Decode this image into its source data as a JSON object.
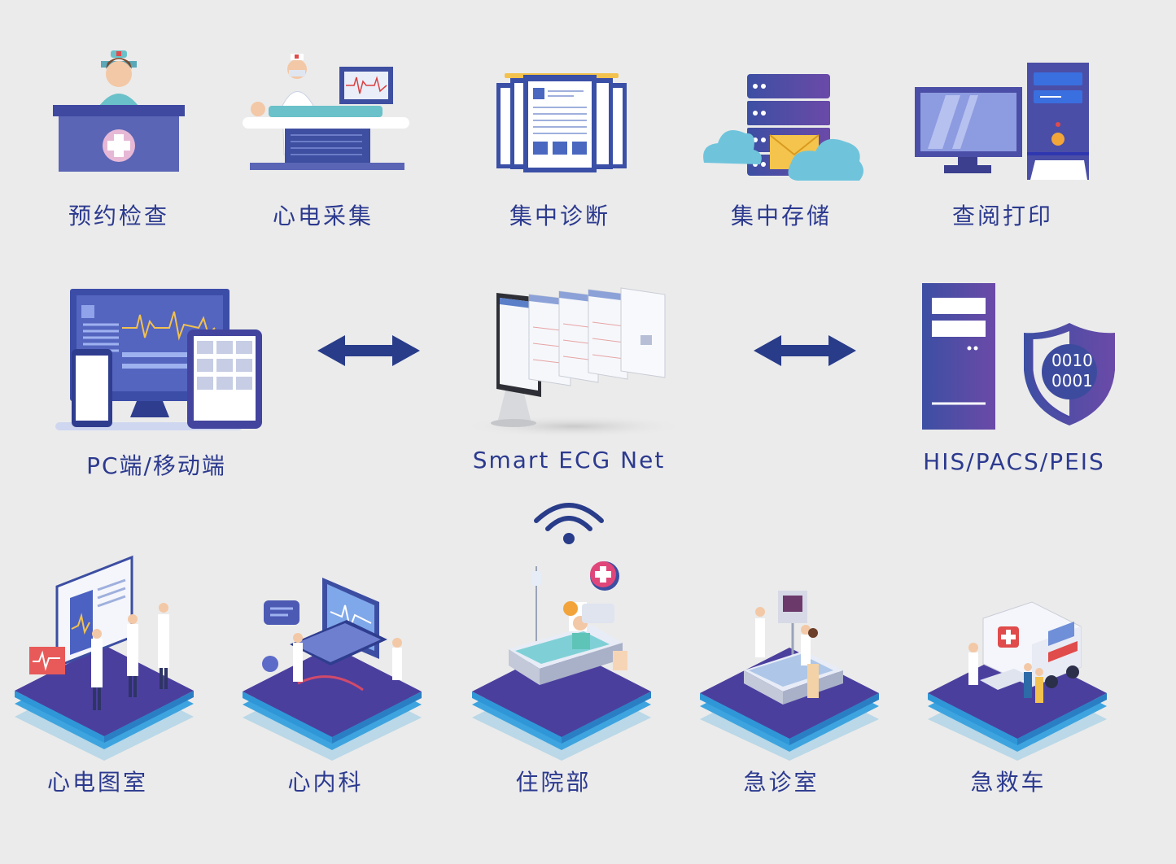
{
  "top_row": [
    {
      "label": "预约检查"
    },
    {
      "label": "心电采集"
    },
    {
      "label": "集中诊断"
    },
    {
      "label": "集中存储"
    },
    {
      "label": "查阅打印"
    }
  ],
  "middle_row": {
    "left": {
      "label": "PC端/移动端"
    },
    "center": {
      "label": "Smart ECG Net"
    },
    "right": {
      "label": "HIS/PACS/PEIS",
      "shield_text_line1": "0010",
      "shield_text_line2": "0001"
    }
  },
  "bottom_row": [
    {
      "label": "心电图室"
    },
    {
      "label": "心内科"
    },
    {
      "label": "住院部"
    },
    {
      "label": "急诊室"
    },
    {
      "label": "急救车"
    }
  ],
  "colors": {
    "label": "#2c3a8f",
    "arrow": "#283c8a",
    "purple": "#4d4aa6",
    "blue": "#3a6fd0",
    "background": "#ebebeb"
  }
}
